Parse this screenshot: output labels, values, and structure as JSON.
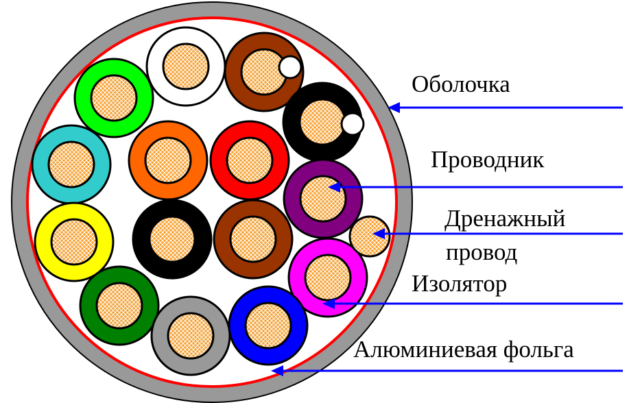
{
  "labels": {
    "sheath": "Оболочка",
    "conductor": "Проводник",
    "drain_line1": "Дренажный",
    "drain_line2": "провод",
    "insulator": "Изолятор",
    "foil": "Алюминиевая фольга"
  },
  "colors": {
    "sheath": "#999999",
    "foil": "#ff0000",
    "arrow": "#0000ff",
    "core": "#f5a030"
  },
  "wires": [
    {
      "name": "white",
      "color": "#ffffff"
    },
    {
      "name": "brown-top",
      "color": "#993300"
    },
    {
      "name": "green-light",
      "color": "#00ff00"
    },
    {
      "name": "black-top",
      "color": "#000000"
    },
    {
      "name": "cyan",
      "color": "#33cccc"
    },
    {
      "name": "orange",
      "color": "#ff6600"
    },
    {
      "name": "red",
      "color": "#ff0000"
    },
    {
      "name": "purple",
      "color": "#800080"
    },
    {
      "name": "yellow",
      "color": "#ffff00"
    },
    {
      "name": "black-center",
      "color": "#000000"
    },
    {
      "name": "brown-center",
      "color": "#993300"
    },
    {
      "name": "magenta",
      "color": "#ff00ff"
    },
    {
      "name": "green-dark",
      "color": "#008000"
    },
    {
      "name": "gray",
      "color": "#999999"
    },
    {
      "name": "blue",
      "color": "#0000ff"
    }
  ]
}
